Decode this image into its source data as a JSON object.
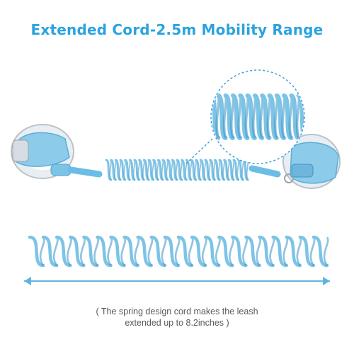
{
  "title": "Extended Cord-2.5m Mobility Range",
  "caption": {
    "line1": "( The spring design cord makes the leash",
    "line2": "extended up to 8.2inches )"
  },
  "colors": {
    "title": "#2aa3e0",
    "cord": "#7cc4e6",
    "cord_dark": "#3a92c4",
    "strap": "#8ccbea",
    "arrow": "#5fb4e0",
    "zoom_circle": "#3aa0dc",
    "caption": "#5a5a5a"
  }
}
